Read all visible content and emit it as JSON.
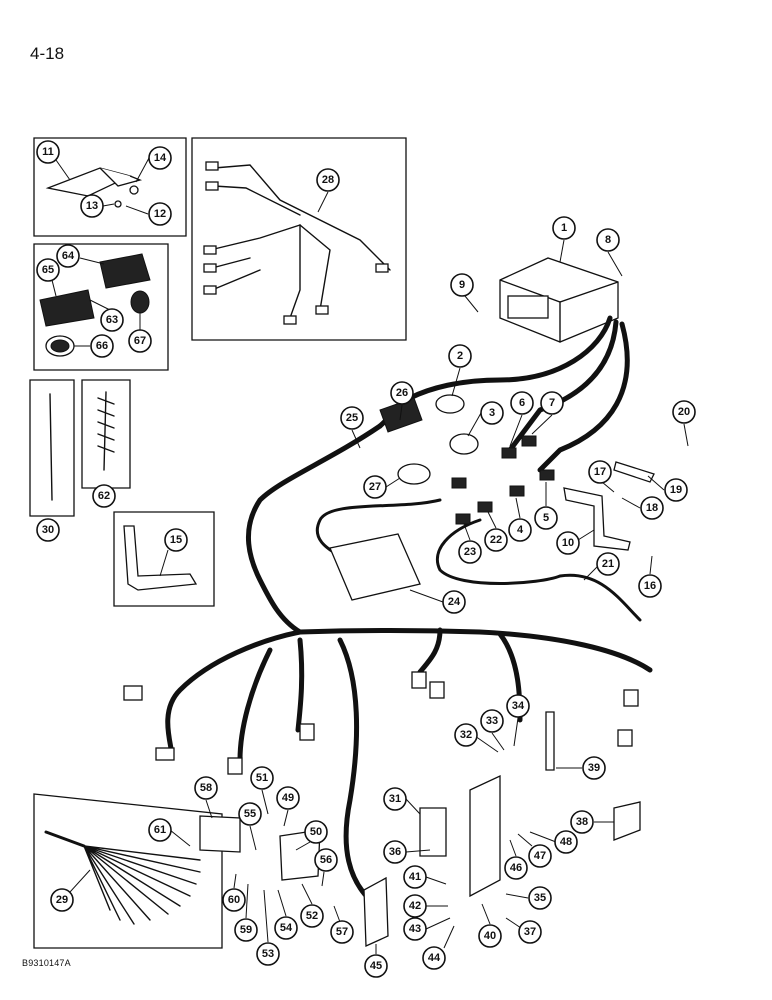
{
  "page": {
    "number": "4-18",
    "figure_code": "B9310147A"
  },
  "callouts": [
    "1",
    "2",
    "3",
    "4",
    "5",
    "6",
    "7",
    "8",
    "9",
    "10",
    "11",
    "12",
    "13",
    "14",
    "15",
    "16",
    "17",
    "18",
    "19",
    "20",
    "21",
    "22",
    "23",
    "24",
    "25",
    "26",
    "27",
    "28",
    "29",
    "30",
    "31",
    "32",
    "33",
    "34",
    "35",
    "36",
    "37",
    "38",
    "39",
    "40",
    "41",
    "42",
    "43",
    "44",
    "45",
    "46",
    "47",
    "48",
    "49",
    "50",
    "51",
    "52",
    "53",
    "54",
    "55",
    "56",
    "57",
    "58",
    "59",
    "60",
    "61",
    "62",
    "63",
    "64",
    "65",
    "66",
    "67"
  ]
}
